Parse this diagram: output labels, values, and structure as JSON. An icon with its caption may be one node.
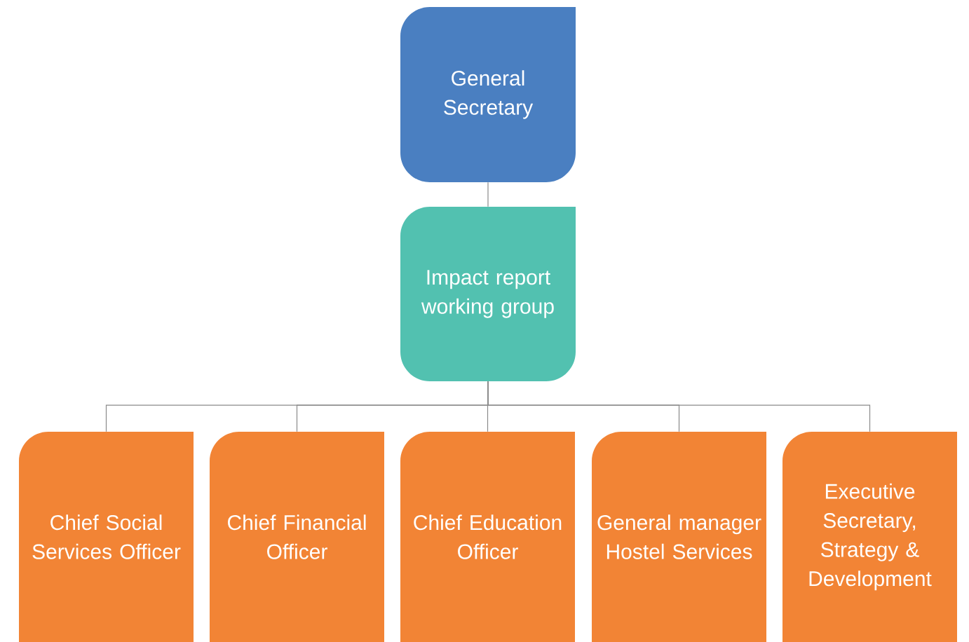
{
  "diagram": {
    "nodes": [
      {
        "text": [
          "General Secretary"
        ]
      },
      {
        "text": [
          "Impact report working group"
        ]
      },
      {
        "text": [
          "Chief Social Services Officer"
        ]
      },
      {
        "text": [
          "Chief Financial Officer"
        ]
      },
      {
        "text": [
          "Chief Education Officer"
        ]
      },
      {
        "text": [
          "General manager Hostel Services"
        ]
      },
      {
        "text": [
          "Executive Secretary, Strategy & Development"
        ]
      }
    ],
    "edges": [
      {
        "from": 0,
        "to": 1,
        "arrow": "none"
      },
      {
        "from": 1,
        "to": 2,
        "arrow": "none"
      },
      {
        "from": 1,
        "to": 3,
        "arrow": "none"
      },
      {
        "from": 1,
        "to": 4,
        "arrow": "none"
      },
      {
        "from": 1,
        "to": 5,
        "arrow": "none"
      },
      {
        "from": 1,
        "to": 6,
        "arrow": "none"
      }
    ]
  }
}
